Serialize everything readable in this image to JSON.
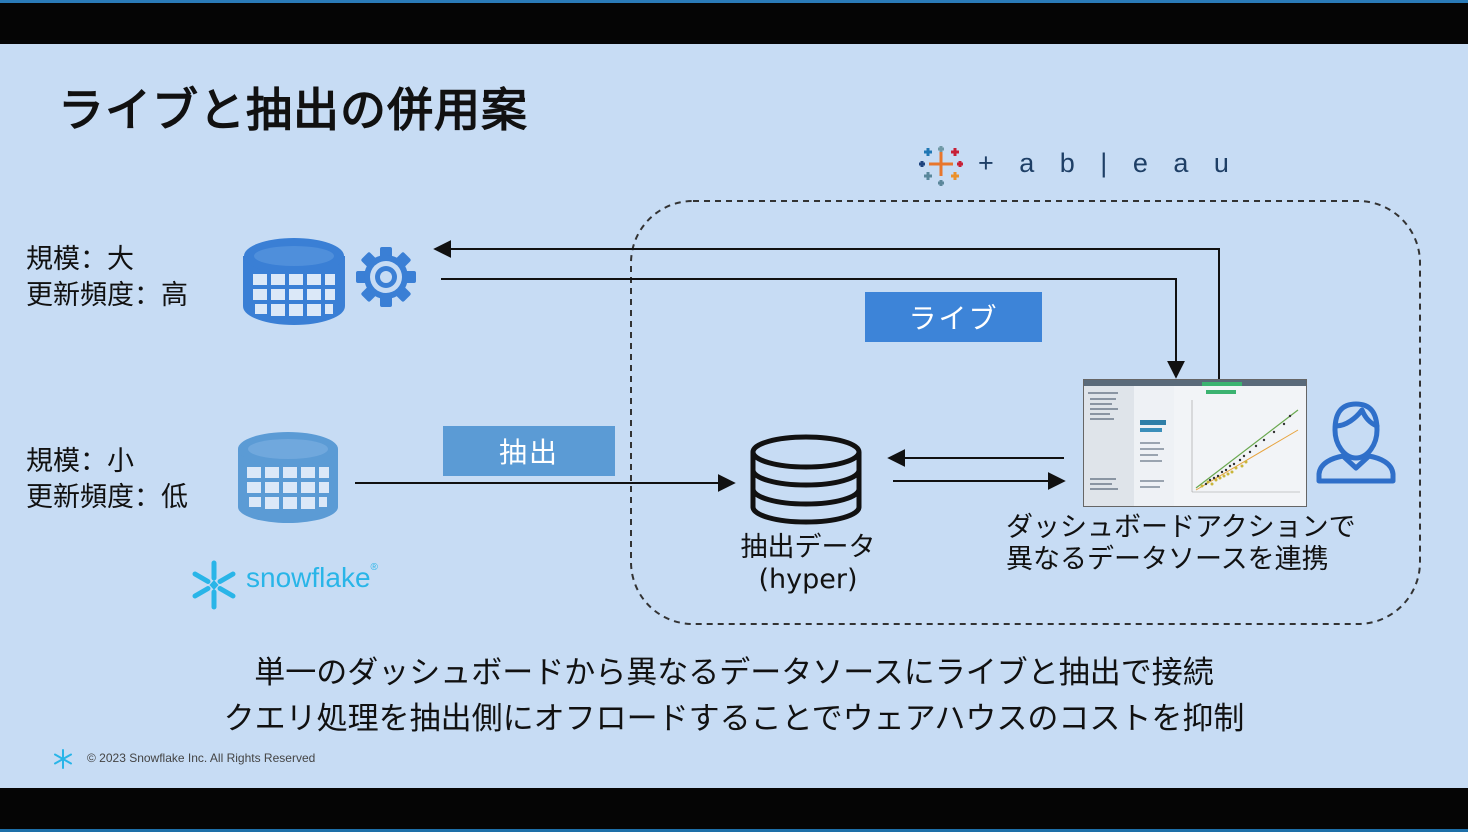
{
  "title": "ライブと抽出の併用案",
  "db_live": {
    "label_line1": "規模：大",
    "label_line2": "更新頻度：高"
  },
  "db_extract": {
    "label_line1": "規模：小",
    "label_line2": "更新頻度：低"
  },
  "badges": {
    "live": "ライブ",
    "extract": "抽出"
  },
  "extract_data": {
    "line1": "抽出データ",
    "line2": "(hyper)"
  },
  "dashboard_caption": {
    "line1": "ダッシュボードアクションで",
    "line2": "異なるデータソースを連携"
  },
  "message": {
    "line1": "単一のダッシュボードから異なるデータソースにライブと抽出で接続",
    "line2": "クエリ処理を抽出側にオフロードすることでウェアハウスのコストを抑制"
  },
  "logos": {
    "tableau": "+ a b | e a u",
    "snowflake": "snowflake",
    "snowflake_registered": "®"
  },
  "copyright": "© 2023 Snowflake Inc. All Rights Reserved",
  "colors": {
    "slide_bg": "#c7dcf4",
    "db_blue": "#3a7fd5",
    "db_light_blue": "#5b9bd5",
    "live_badge": "#3d84d8",
    "extract_badge": "#5b9bd5",
    "snowflake_cyan": "#29b5e8",
    "tableau_navy": "#1e3f66",
    "person_blue": "#2f6fc9"
  },
  "icons": [
    "database-icon",
    "gear-icon",
    "cylinder-database-icon",
    "person-icon",
    "snowflake-logo-icon",
    "tableau-logo-icon",
    "dashboard-screenshot"
  ]
}
